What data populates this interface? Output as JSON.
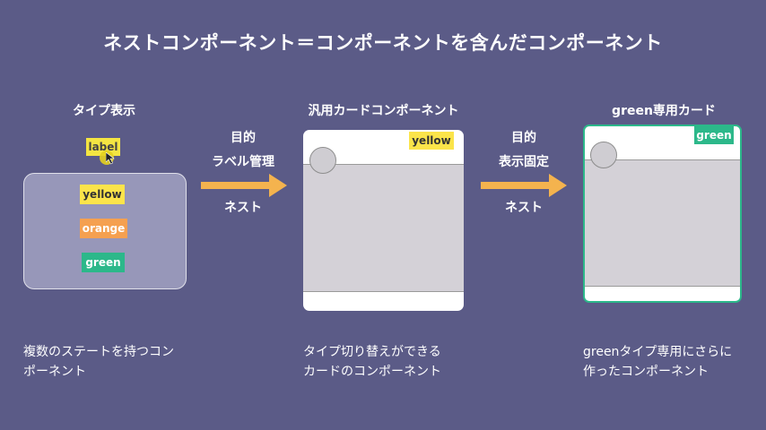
{
  "title": "ネストコンポーネント＝コンポーネントを含んだコンポーネント",
  "columns": {
    "type_display": {
      "heading": "タイプ表示",
      "label_chip": "label",
      "states": [
        "yellow",
        "orange",
        "green"
      ],
      "description_lines": [
        "複数のステートを持つコン",
        "ポーネント"
      ]
    },
    "generic_card": {
      "heading": "汎用カードコンポーネント",
      "tag": "yellow",
      "description_lines": [
        "タイプ切り替えができる",
        "カードのコンポーネント"
      ]
    },
    "green_card": {
      "heading": "green専用カード",
      "tag": "green",
      "description_lines": [
        "greenタイプ専用にさらに",
        "作ったコンポーネント"
      ]
    }
  },
  "arrows": [
    {
      "purpose_heading": "目的",
      "purpose": "ラベル管理",
      "relation": "ネスト"
    },
    {
      "purpose_heading": "目的",
      "purpose": "表示固定",
      "relation": "ネスト"
    }
  ],
  "colors": {
    "background": "#5b5b87",
    "arrow": "#f4b34e",
    "yellow": "#fbe44a",
    "orange": "#f5a050",
    "green": "#2cb88a"
  }
}
